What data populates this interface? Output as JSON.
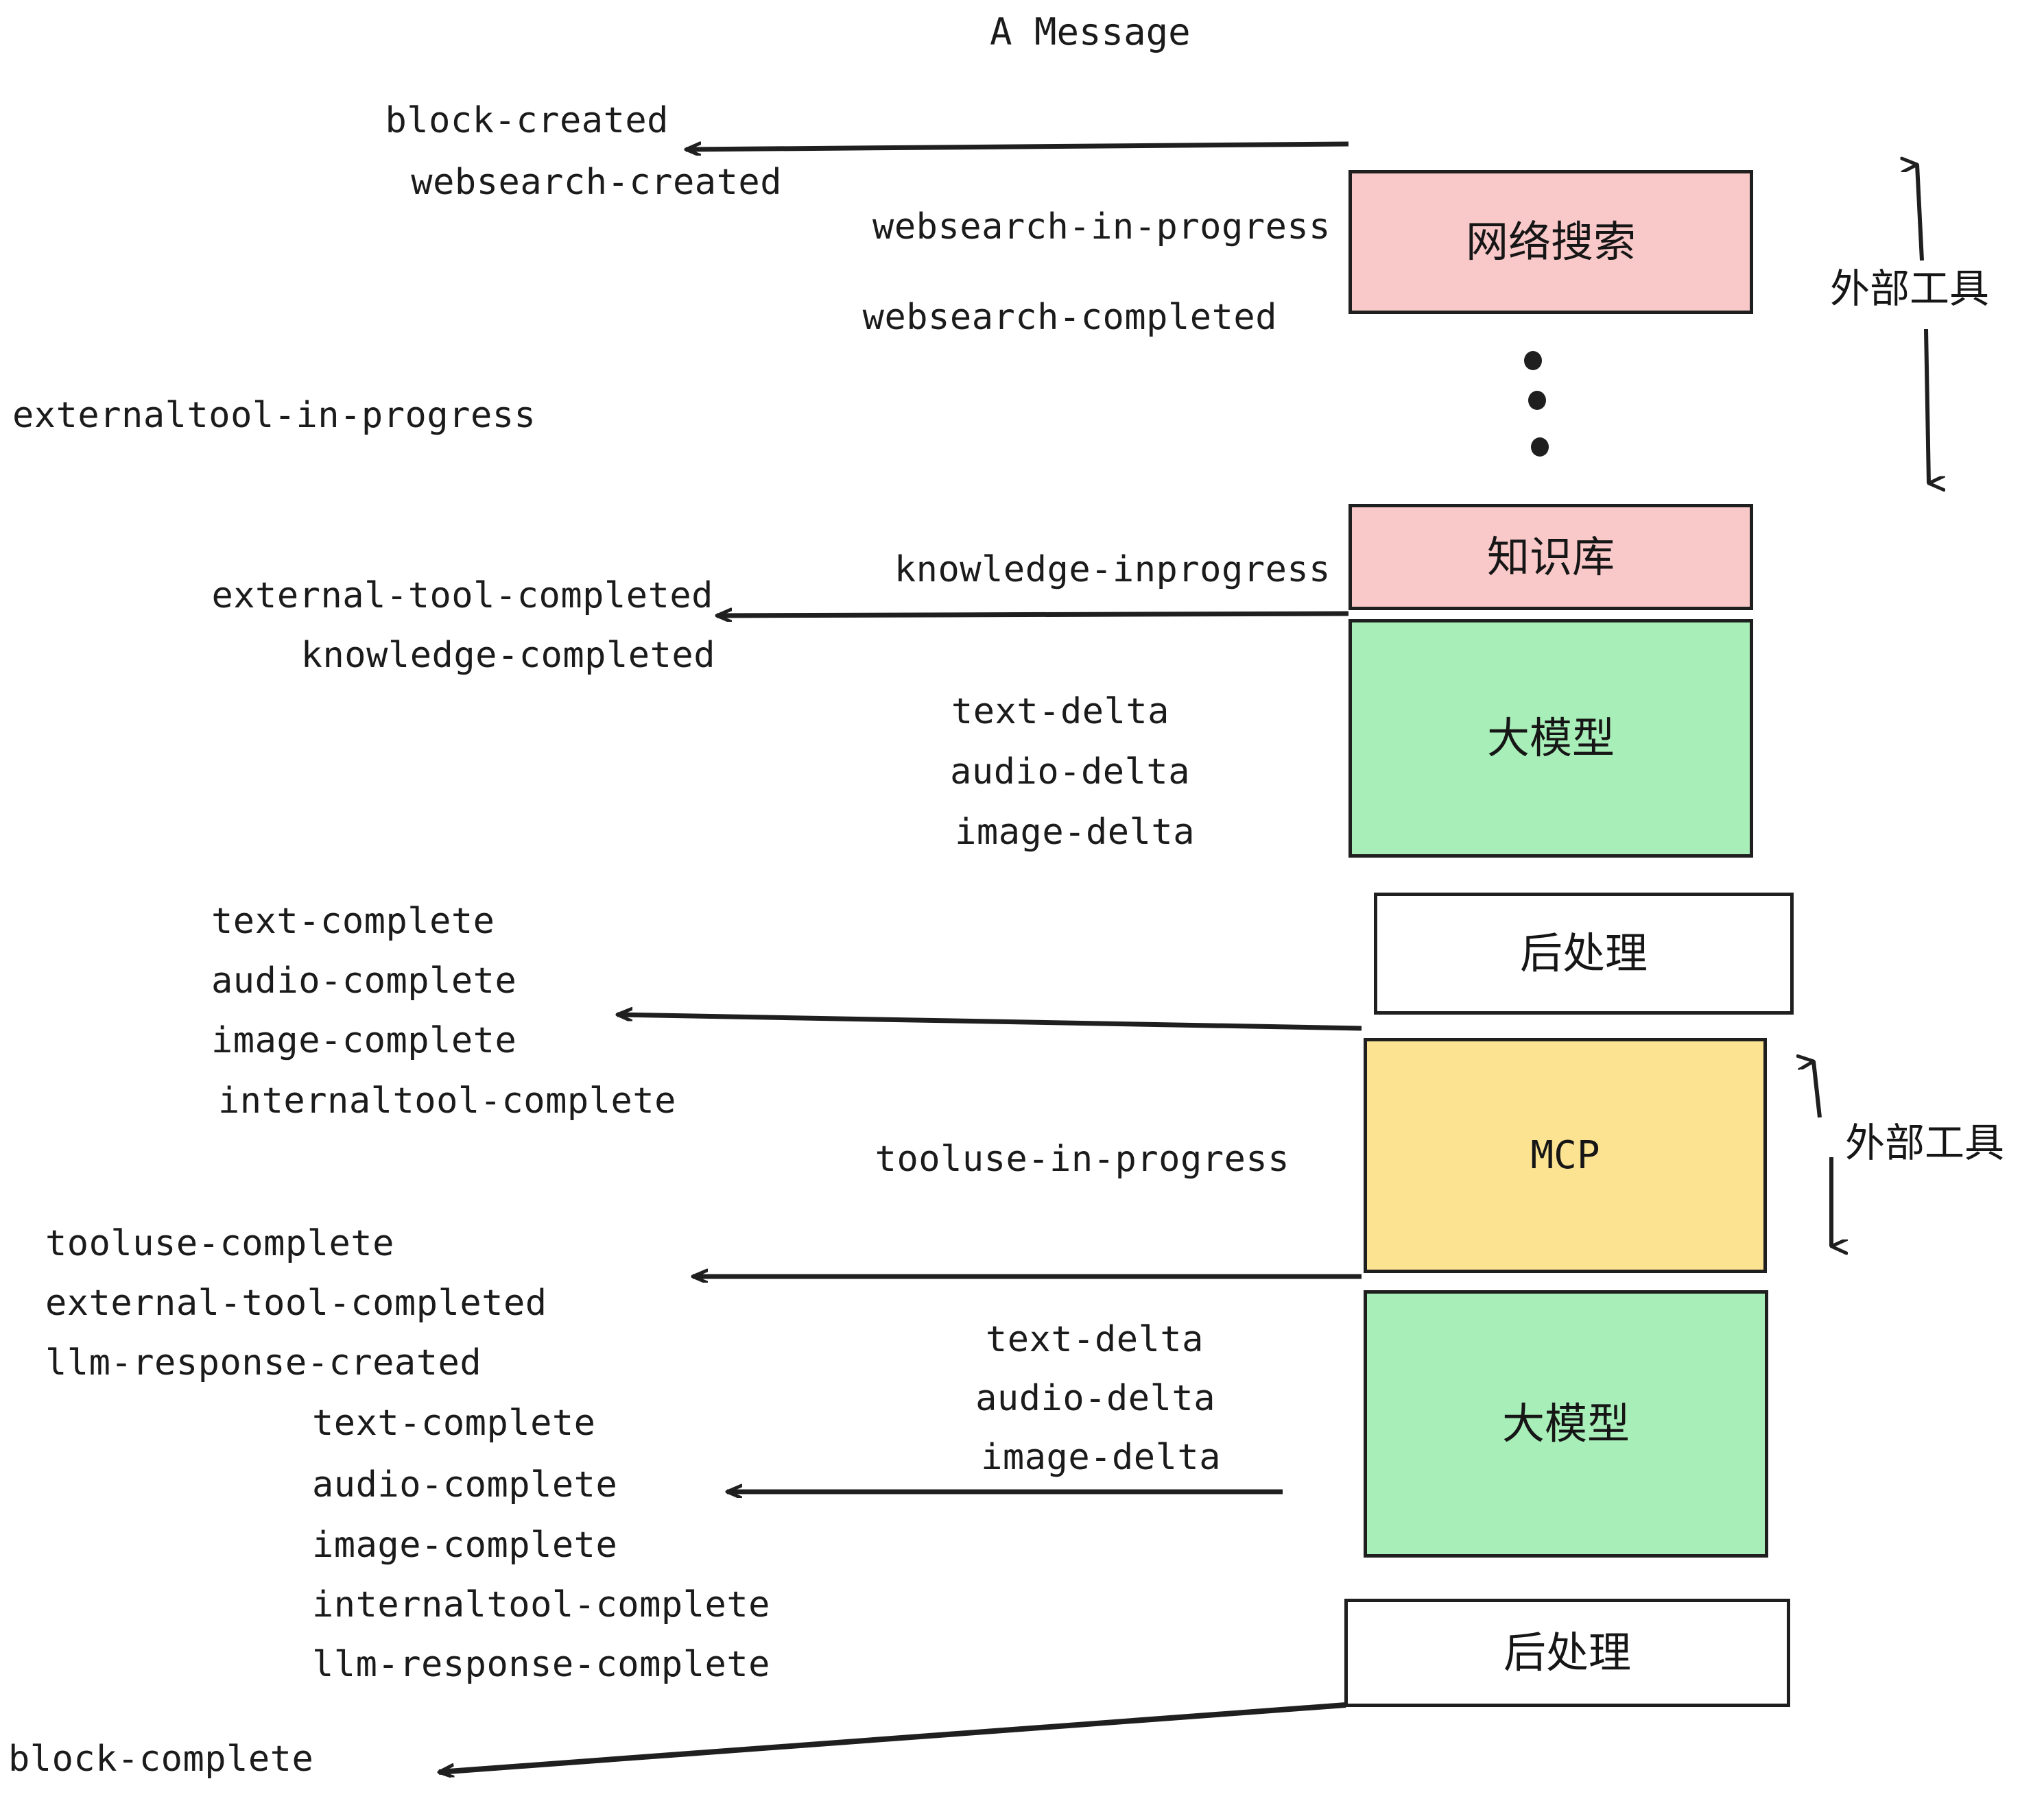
{
  "title": "A Message",
  "boxes": [
    {
      "id": "websearch",
      "label": "网络搜索",
      "color": "#f9c9c9"
    },
    {
      "id": "knowledge",
      "label": "知识库",
      "color": "#f9c9c9"
    },
    {
      "id": "llm-1",
      "label": "大模型",
      "color": "#a8eeb8"
    },
    {
      "id": "postprocess-1",
      "label": "后处理",
      "color": "#ffffff"
    },
    {
      "id": "mcp",
      "label": "MCP",
      "color": "#fbe392"
    },
    {
      "id": "llm-2",
      "label": "大模型",
      "color": "#a8eeb8"
    },
    {
      "id": "postprocess-2",
      "label": "后处理",
      "color": "#ffffff"
    }
  ],
  "side_labels": [
    {
      "id": "external-tool-top",
      "label": "外部工具"
    },
    {
      "id": "external-tool-bottom",
      "label": "外部工具"
    }
  ],
  "events": [
    {
      "id": "block-created",
      "text": "block-created"
    },
    {
      "id": "websearch-created",
      "text": "websearch-created"
    },
    {
      "id": "websearch-in-progress",
      "text": "websearch-in-progress"
    },
    {
      "id": "websearch-completed",
      "text": "websearch-completed"
    },
    {
      "id": "externaltool-in-progress",
      "text": "externaltool-in-progress"
    },
    {
      "id": "knowledge-inprogress",
      "text": "knowledge-inprogress"
    },
    {
      "id": "external-tool-completed-1",
      "text": "external-tool-completed"
    },
    {
      "id": "knowledge-completed",
      "text": "knowledge-completed"
    },
    {
      "id": "text-delta-1",
      "text": "text-delta"
    },
    {
      "id": "audio-delta-1",
      "text": "audio-delta"
    },
    {
      "id": "image-delta-1",
      "text": "image-delta"
    },
    {
      "id": "text-complete-1",
      "text": "text-complete"
    },
    {
      "id": "audio-complete-1",
      "text": "audio-complete"
    },
    {
      "id": "image-complete-1",
      "text": "image-complete"
    },
    {
      "id": "internaltool-complete-1",
      "text": "internaltool-complete"
    },
    {
      "id": "tooluse-in-progress",
      "text": "tooluse-in-progress"
    },
    {
      "id": "tooluse-complete",
      "text": "tooluse-complete"
    },
    {
      "id": "external-tool-completed-2",
      "text": "external-tool-completed"
    },
    {
      "id": "llm-response-created",
      "text": "llm-response-created"
    },
    {
      "id": "text-delta-2",
      "text": "text-delta"
    },
    {
      "id": "audio-delta-2",
      "text": "audio-delta"
    },
    {
      "id": "image-delta-2",
      "text": "image-delta"
    },
    {
      "id": "text-complete-2",
      "text": "text-complete"
    },
    {
      "id": "audio-complete-2",
      "text": "audio-complete"
    },
    {
      "id": "image-complete-2",
      "text": "image-complete"
    },
    {
      "id": "internaltool-complete-2",
      "text": "internaltool-complete"
    },
    {
      "id": "llm-response-complete",
      "text": "llm-response-complete"
    },
    {
      "id": "block-complete",
      "text": "block-complete"
    }
  ],
  "colors": {
    "pink": "#f9c9c9",
    "green": "#a8eeb8",
    "yellow": "#fbe392",
    "white": "#ffffff",
    "stroke": "#1f1f1f",
    "text": "#1b1b1b"
  }
}
